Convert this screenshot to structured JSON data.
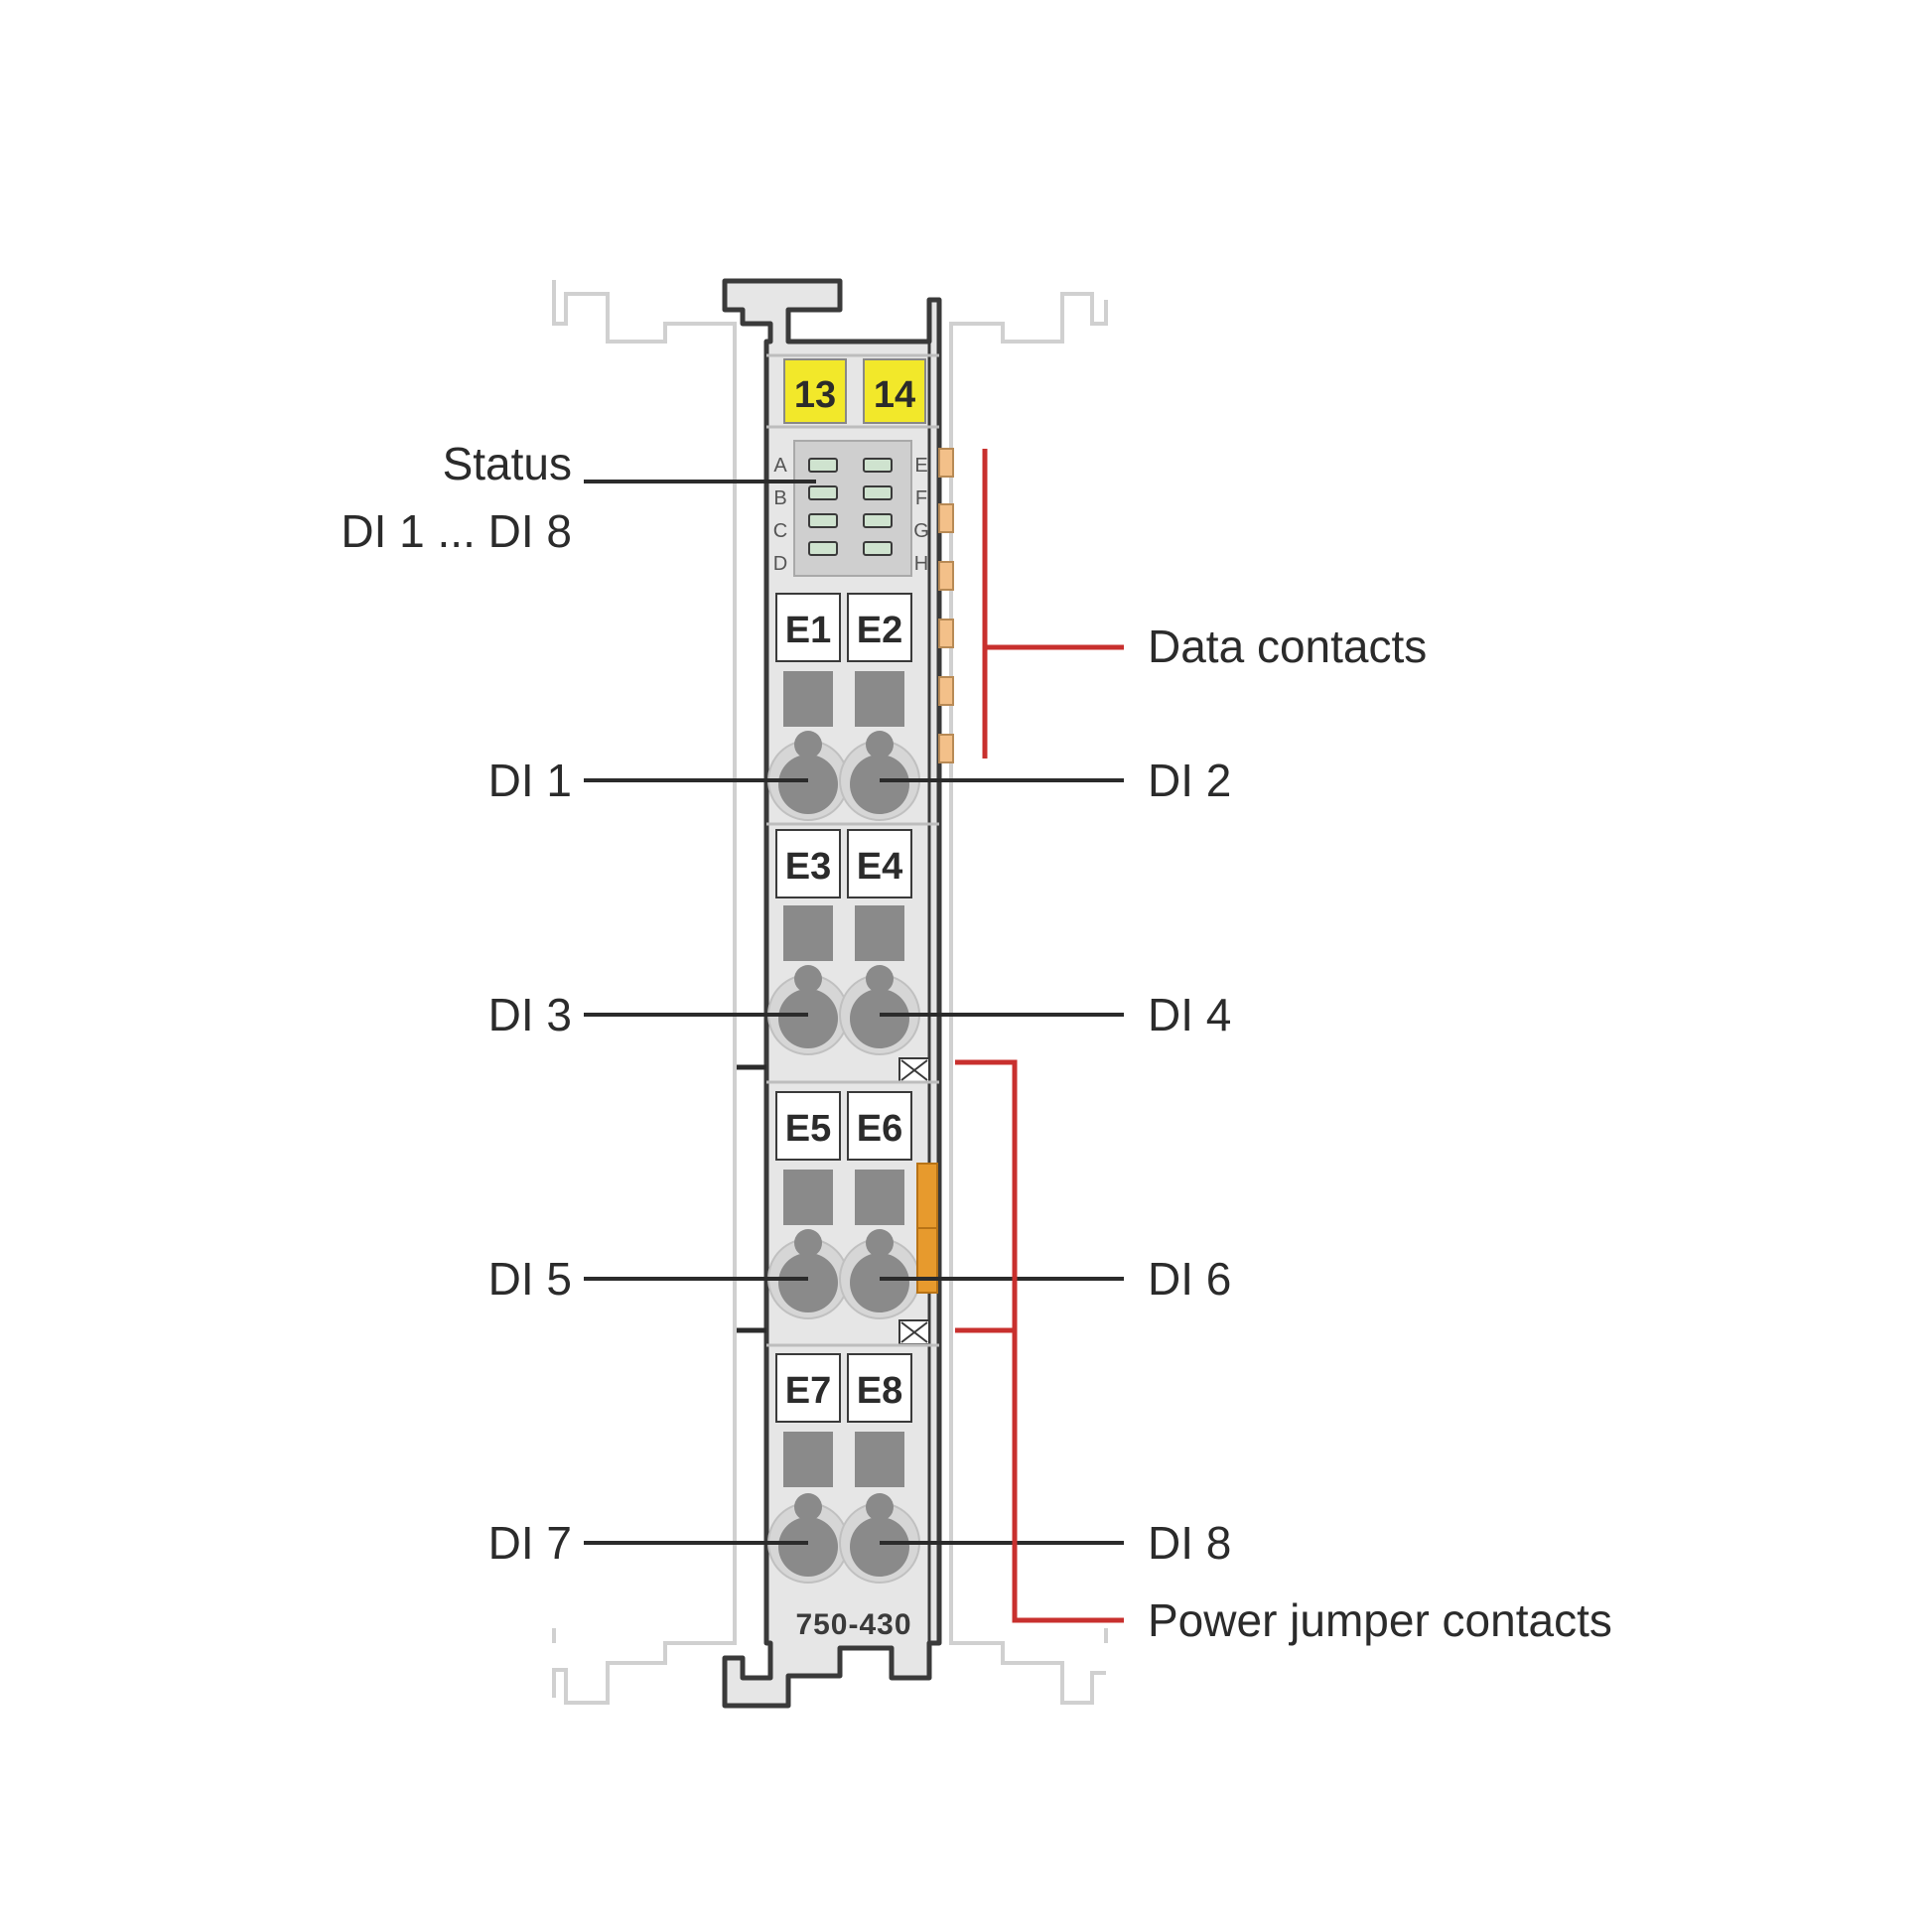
{
  "colors": {
    "callout_black": "#2b2b2b",
    "callout_red": "#c8302e",
    "module_body": "#e6e6e6",
    "module_outline": "#3a3a3a",
    "terminal_yellow": "#f2e82a",
    "led_green": "#cfe3cf",
    "contact_orange": "#f3c089",
    "jumper_orange": "#e79a2d",
    "ghost_outline": "#d0d0d0"
  },
  "module": {
    "model": "750-430",
    "top_terminals": [
      "13",
      "14"
    ],
    "led_letters_left": [
      "A",
      "B",
      "C",
      "D"
    ],
    "led_letters_right": [
      "E",
      "F",
      "G",
      "H"
    ],
    "channel_tags": [
      "E1",
      "E2",
      "E3",
      "E4",
      "E5",
      "E6",
      "E7",
      "E8"
    ]
  },
  "labels": {
    "status_line1": "Status",
    "status_line2": "DI 1 ... DI 8",
    "data_contacts": "Data contacts",
    "power_jumper": "Power jumper contacts",
    "di": [
      "DI 1",
      "DI 2",
      "DI 3",
      "DI 4",
      "DI 5",
      "DI 6",
      "DI 7",
      "DI 8"
    ]
  }
}
